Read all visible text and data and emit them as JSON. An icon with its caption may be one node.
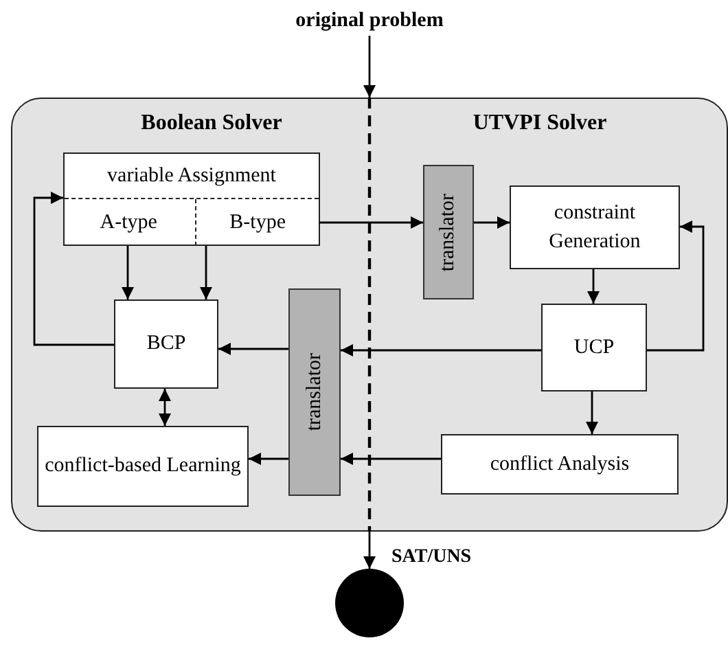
{
  "diagram": {
    "nodes": [
      {
        "text": [
          "original problem"
        ]
      },
      {
        "text": [
          "Boolean Solver",
          "UTVPI Solver"
        ]
      },
      {
        "text": [
          "variable Assignment"
        ],
        "in": 1
      },
      {
        "text": [
          "A-type"
        ],
        "in": 2
      },
      {
        "text": [
          "B-type"
        ],
        "in": 2
      },
      {
        "text": [
          "translator"
        ],
        "in": 1
      },
      {
        "text": [
          "constraint Generation"
        ],
        "in": 1
      },
      {
        "text": [
          "BCP"
        ],
        "in": 1
      },
      {
        "text": [
          "translator"
        ],
        "in": 1
      },
      {
        "text": [
          "UCP"
        ],
        "in": 1
      },
      {
        "text": [
          "conflict-based Learning"
        ],
        "in": 1
      },
      {
        "text": [
          "conflict Analysis"
        ],
        "in": 1
      },
      {
        "text": [],
        "shape": "circle"
      }
    ],
    "edges": [
      {
        "from": 0,
        "to": 1,
        "arrow": "to"
      },
      {
        "from": 1,
        "to": 12,
        "arrow": "to",
        "label": "SAT/UNS"
      },
      {
        "from": 4,
        "to": 5,
        "arrow": "to"
      },
      {
        "from": 5,
        "to": 6,
        "arrow": "to"
      },
      {
        "from": 6,
        "to": 9,
        "arrow": "to"
      },
      {
        "from": 9,
        "to": 6,
        "arrow": "to"
      },
      {
        "from": 9,
        "to": 8,
        "arrow": "to"
      },
      {
        "from": 8,
        "to": 7,
        "arrow": "to"
      },
      {
        "from": 3,
        "to": 7,
        "arrow": "to"
      },
      {
        "from": 4,
        "to": 7,
        "arrow": "to"
      },
      {
        "from": 7,
        "to": 2,
        "arrow": "to"
      },
      {
        "from": 7,
        "to": 10,
        "arrow": "both"
      },
      {
        "from": 9,
        "to": 11,
        "arrow": "to"
      },
      {
        "from": 11,
        "to": 8,
        "arrow": "to"
      },
      {
        "from": 8,
        "to": 10,
        "arrow": "to"
      }
    ]
  }
}
